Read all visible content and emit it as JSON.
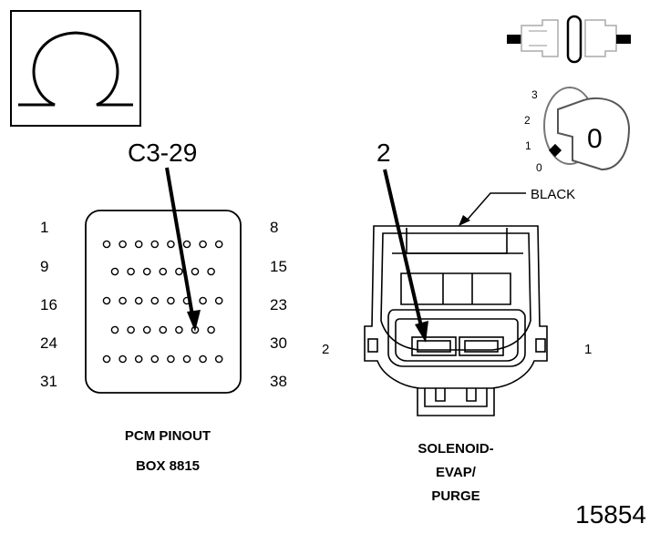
{
  "ohmmeter_symbol": {
    "icon": "omega-icon"
  },
  "ignition": {
    "positions": [
      "3",
      "2",
      "1",
      "0"
    ],
    "key_label": "0"
  },
  "pcm": {
    "probe_label": "C3-29",
    "pin_labels_left": [
      "1",
      "9",
      "16",
      "24",
      "31"
    ],
    "pin_labels_right": [
      "8",
      "15",
      "23",
      "30",
      "38"
    ],
    "caption_line1": "PCM PINOUT",
    "caption_line2": "BOX 8815"
  },
  "solenoid": {
    "probe_label": "2",
    "wire_color_label": "BLACK",
    "terminal_left": "2",
    "terminal_right": "1",
    "caption_line1": "SOLENOID-",
    "caption_line2": "EVAP/",
    "caption_line3": "PURGE"
  },
  "figure_number": "15854"
}
